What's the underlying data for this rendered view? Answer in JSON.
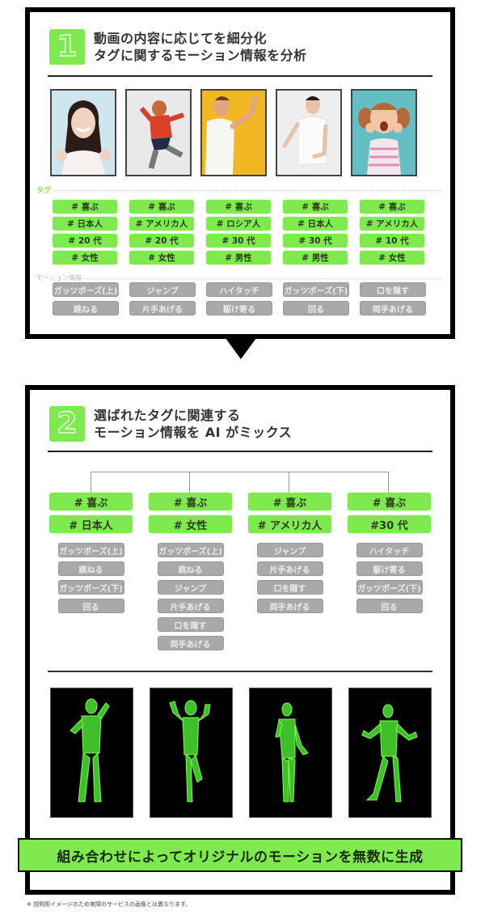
{
  "step1": {
    "number": "1",
    "title_line1": "動画の内容に応じてを細分化",
    "title_line2": "タグに関するモーション情報を分析",
    "photos": [
      {
        "desc": "smiling-woman",
        "bg": "#cfe6ee"
      },
      {
        "desc": "jumping-woman",
        "bg": "#e9e9e9"
      },
      {
        "desc": "high-five-man",
        "bg": "#f2b824"
      },
      {
        "desc": "running-man",
        "bg": "#eeeeee"
      },
      {
        "desc": "surprised-girl",
        "bg": "#63bfc4"
      }
    ],
    "tag_label": "タグ",
    "tags": [
      [
        "# 喜ぶ",
        "# 日本人",
        "# 20 代",
        "# 女性"
      ],
      [
        "# 喜ぶ",
        "# アメリカ人",
        "# 20 代",
        "# 女性"
      ],
      [
        "# 喜ぶ",
        "# ロシア人",
        "# 30 代",
        "# 男性"
      ],
      [
        "# 喜ぶ",
        "# 日本人",
        "# 30 代",
        "# 男性"
      ],
      [
        "# 喜ぶ",
        "# アメリカ人",
        "# 10 代",
        "# 女性"
      ]
    ],
    "motion_label": "モーション情報",
    "motions": [
      [
        "ガッツポーズ(上)",
        "跳ねる"
      ],
      [
        "ジャンプ",
        "片手あげる"
      ],
      [
        "ハイタッチ",
        "駆け寄る"
      ],
      [
        "ガッツポーズ(下)",
        "回る"
      ],
      [
        "口を隠す",
        "両手あげる"
      ]
    ]
  },
  "step2": {
    "number": "2",
    "title_line1": "選ばれたタグに関連する",
    "title_line2": "モーション情報を AI がミックス",
    "columns": [
      {
        "tags": [
          "# 喜ぶ",
          "# 日本人"
        ],
        "motions": [
          "ガッツポーズ(上)",
          "跳ねる",
          "ガッツポーズ(下)",
          "回る"
        ]
      },
      {
        "tags": [
          "# 喜ぶ",
          "# 女性"
        ],
        "motions": [
          "ガッツポーズ(上)",
          "跳ねる",
          "ジャンプ",
          "片手あげる",
          "口を隠す",
          "両手あげる"
        ]
      },
      {
        "tags": [
          "# 喜ぶ",
          "# アメリカ人"
        ],
        "motions": [
          "ジャンプ",
          "片手あげる",
          "口を隠す",
          "両手あげる"
        ]
      },
      {
        "tags": [
          "# 喜ぶ",
          "#30 代"
        ],
        "motions": [
          "ハイタッチ",
          "駆け寄る",
          "ガッツポーズ(下)",
          "回る"
        ]
      }
    ],
    "figures": [
      "generated-motion-figure-1",
      "generated-motion-figure-2",
      "generated-motion-figure-3",
      "generated-motion-figure-4"
    ]
  },
  "banner": "組み合わせによってオリジナルのモーションを無数に生成",
  "footnote": "※ 説明用イメージのため実際のサービスの画像とは異なります。",
  "colors": {
    "accent_green": "#7eea4e",
    "motion_gray": "#a9a9a9",
    "border": "#000000"
  }
}
